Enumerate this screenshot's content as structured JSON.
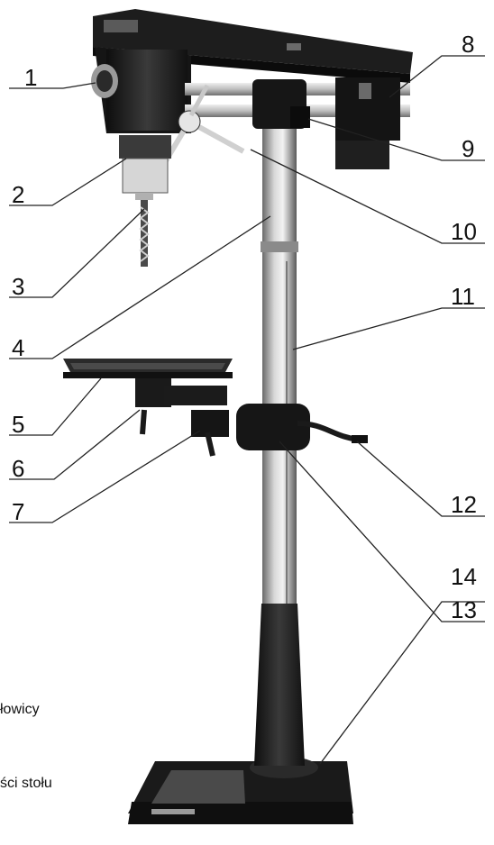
{
  "callouts": [
    {
      "number": "1"
    },
    {
      "number": "2"
    },
    {
      "number": "3"
    },
    {
      "number": "4"
    },
    {
      "number": "5"
    },
    {
      "number": "6"
    },
    {
      "number": "7"
    },
    {
      "number": "8"
    },
    {
      "number": "9"
    },
    {
      "number": "10"
    },
    {
      "number": "11"
    },
    {
      "number": "12"
    },
    {
      "number": "13"
    },
    {
      "number": "14"
    }
  ],
  "cut_off_text": [
    "łowicy",
    "ści stołu"
  ],
  "colors": {
    "machine_dark": "#1c1c1c",
    "column_metal": "#a8a8a8",
    "line": "#222222"
  },
  "icons": [
    "drill-press-illustration"
  ]
}
